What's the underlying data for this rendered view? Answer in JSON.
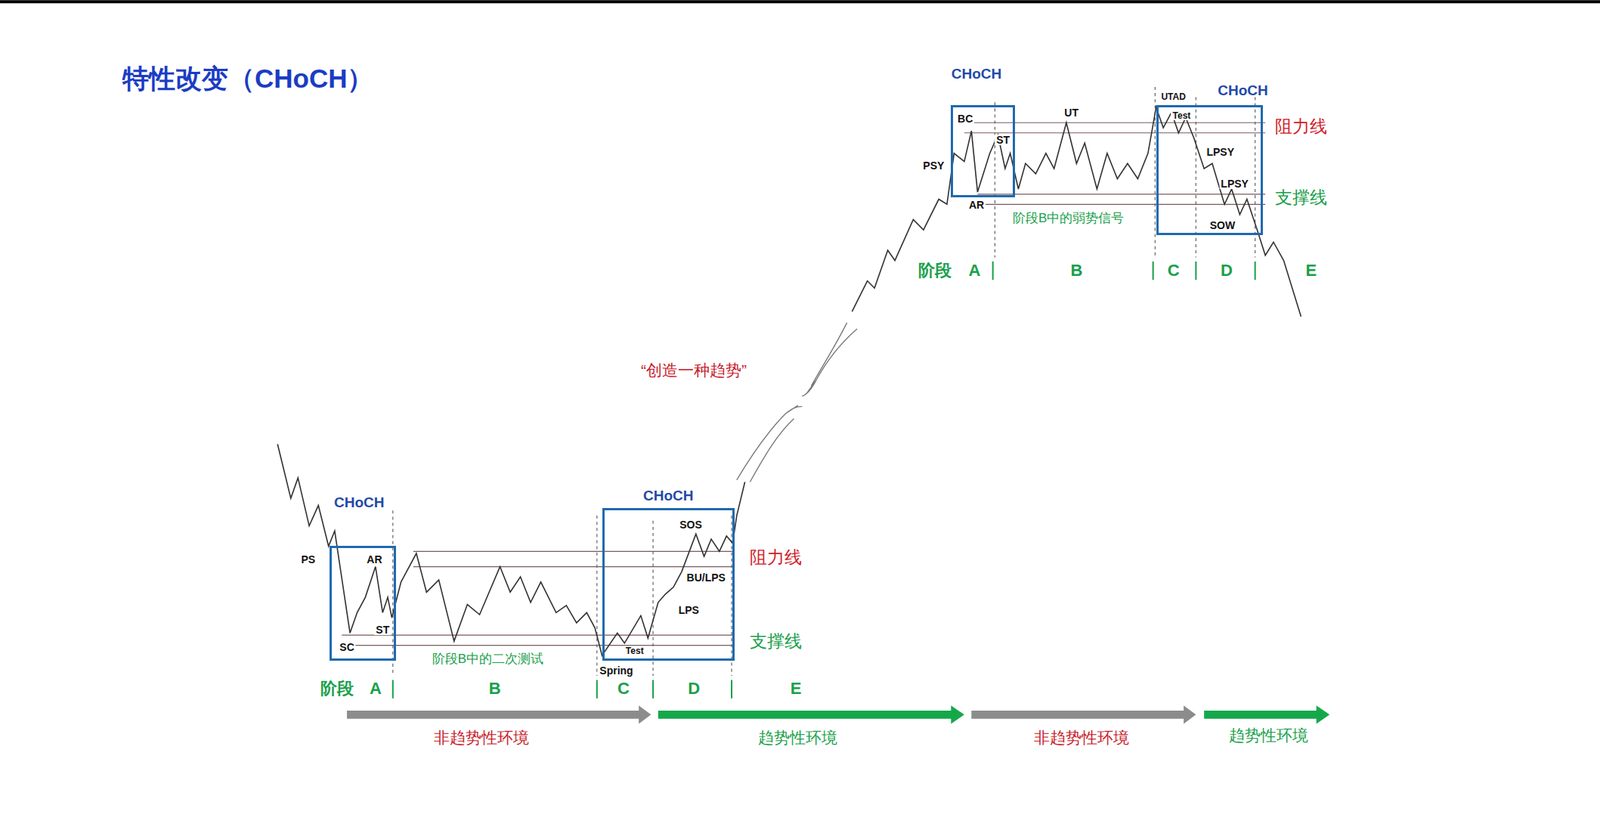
{
  "diagram": {
    "title": "特性改变（CHoCH）",
    "nodes": [
      {
        "text": [
          "CHoCH",
          "AR",
          "SC",
          "ST"
        ]
      },
      {
        "text": [
          "CHoCH",
          "SOS",
          "BU/LPS",
          "LPS",
          "Test"
        ]
      },
      {
        "text": [
          "CHoCH",
          "BC",
          "ST"
        ]
      },
      {
        "text": [
          "CHoCH",
          "Test",
          "LPSY",
          "LPSY",
          "SOW"
        ]
      }
    ],
    "labels": [
      "PS",
      "阶段B中的二次测试",
      "Spring",
      "阻力线",
      "支撑线",
      "阶段",
      "A",
      "B",
      "C",
      "D",
      "E",
      "非趋势性环境",
      "趋势性环境",
      "“创造一种趋势”",
      "PSY",
      "AR",
      "UT",
      "UTAD",
      "阶段B中的弱势信号",
      "阻力线",
      "支撑线",
      "阶段",
      "A",
      "B",
      "C",
      "D",
      "E",
      "非趋势性环境",
      "趋势性环境"
    ]
  }
}
